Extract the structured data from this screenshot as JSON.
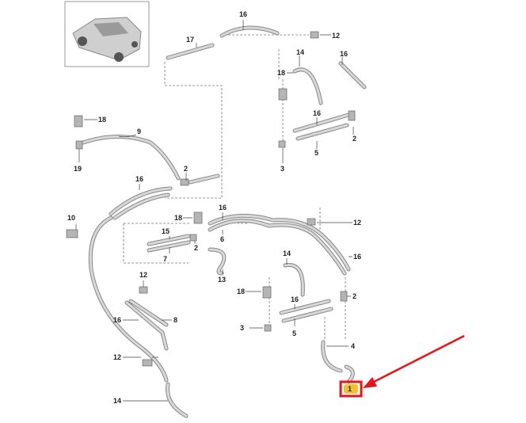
{
  "diagram_title": "",
  "highlight_color": "#e8141b",
  "highlight_fill": "#f2c12e",
  "callouts": [
    "16",
    "17",
    "12",
    "14",
    "16",
    "18",
    "16",
    "2",
    "5",
    "3",
    "18",
    "9",
    "19",
    "2",
    "16",
    "10",
    "18",
    "16",
    "12",
    "15",
    "6",
    "2",
    "7",
    "16",
    "14",
    "13",
    "12",
    "18",
    "16",
    "2",
    "16",
    "8",
    "3",
    "5",
    "4",
    "12",
    "14",
    "1"
  ]
}
